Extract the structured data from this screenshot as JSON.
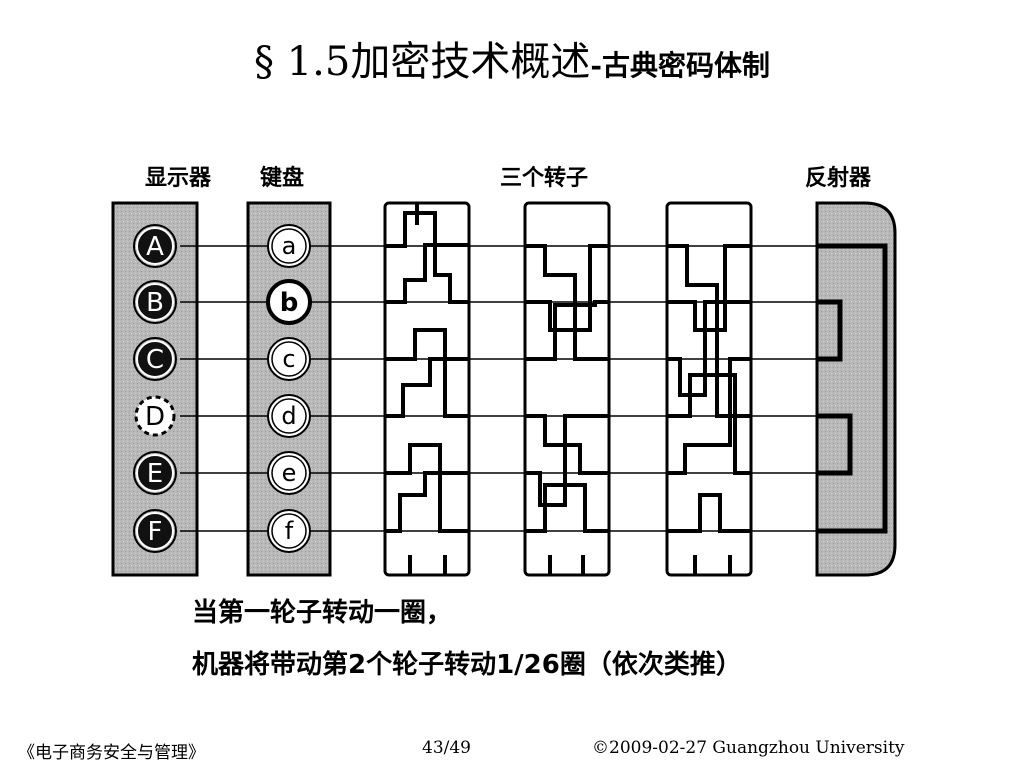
{
  "slide": {
    "title_main": "§ 1.5加密技术概述",
    "title_sub": "-古典密码体制"
  },
  "diagram": {
    "col_display": "显示器",
    "col_keyboard": "键盘",
    "col_rotors": "三个转子",
    "col_reflector": "反射器",
    "display_letters": [
      "A",
      "B",
      "C",
      "D",
      "E",
      "F"
    ],
    "keyboard_letters": [
      "a",
      "b",
      "c",
      "d",
      "e",
      "f"
    ]
  },
  "caption": {
    "line1": "当第一轮子转动一圈，",
    "line2": "机器将带动第2个轮子转动1/26圈（依次类推）"
  },
  "footer": {
    "course": "《电子商务安全与管理》",
    "page": "43/49",
    "copyright": "©2009-02-27  Guangzhou University"
  }
}
